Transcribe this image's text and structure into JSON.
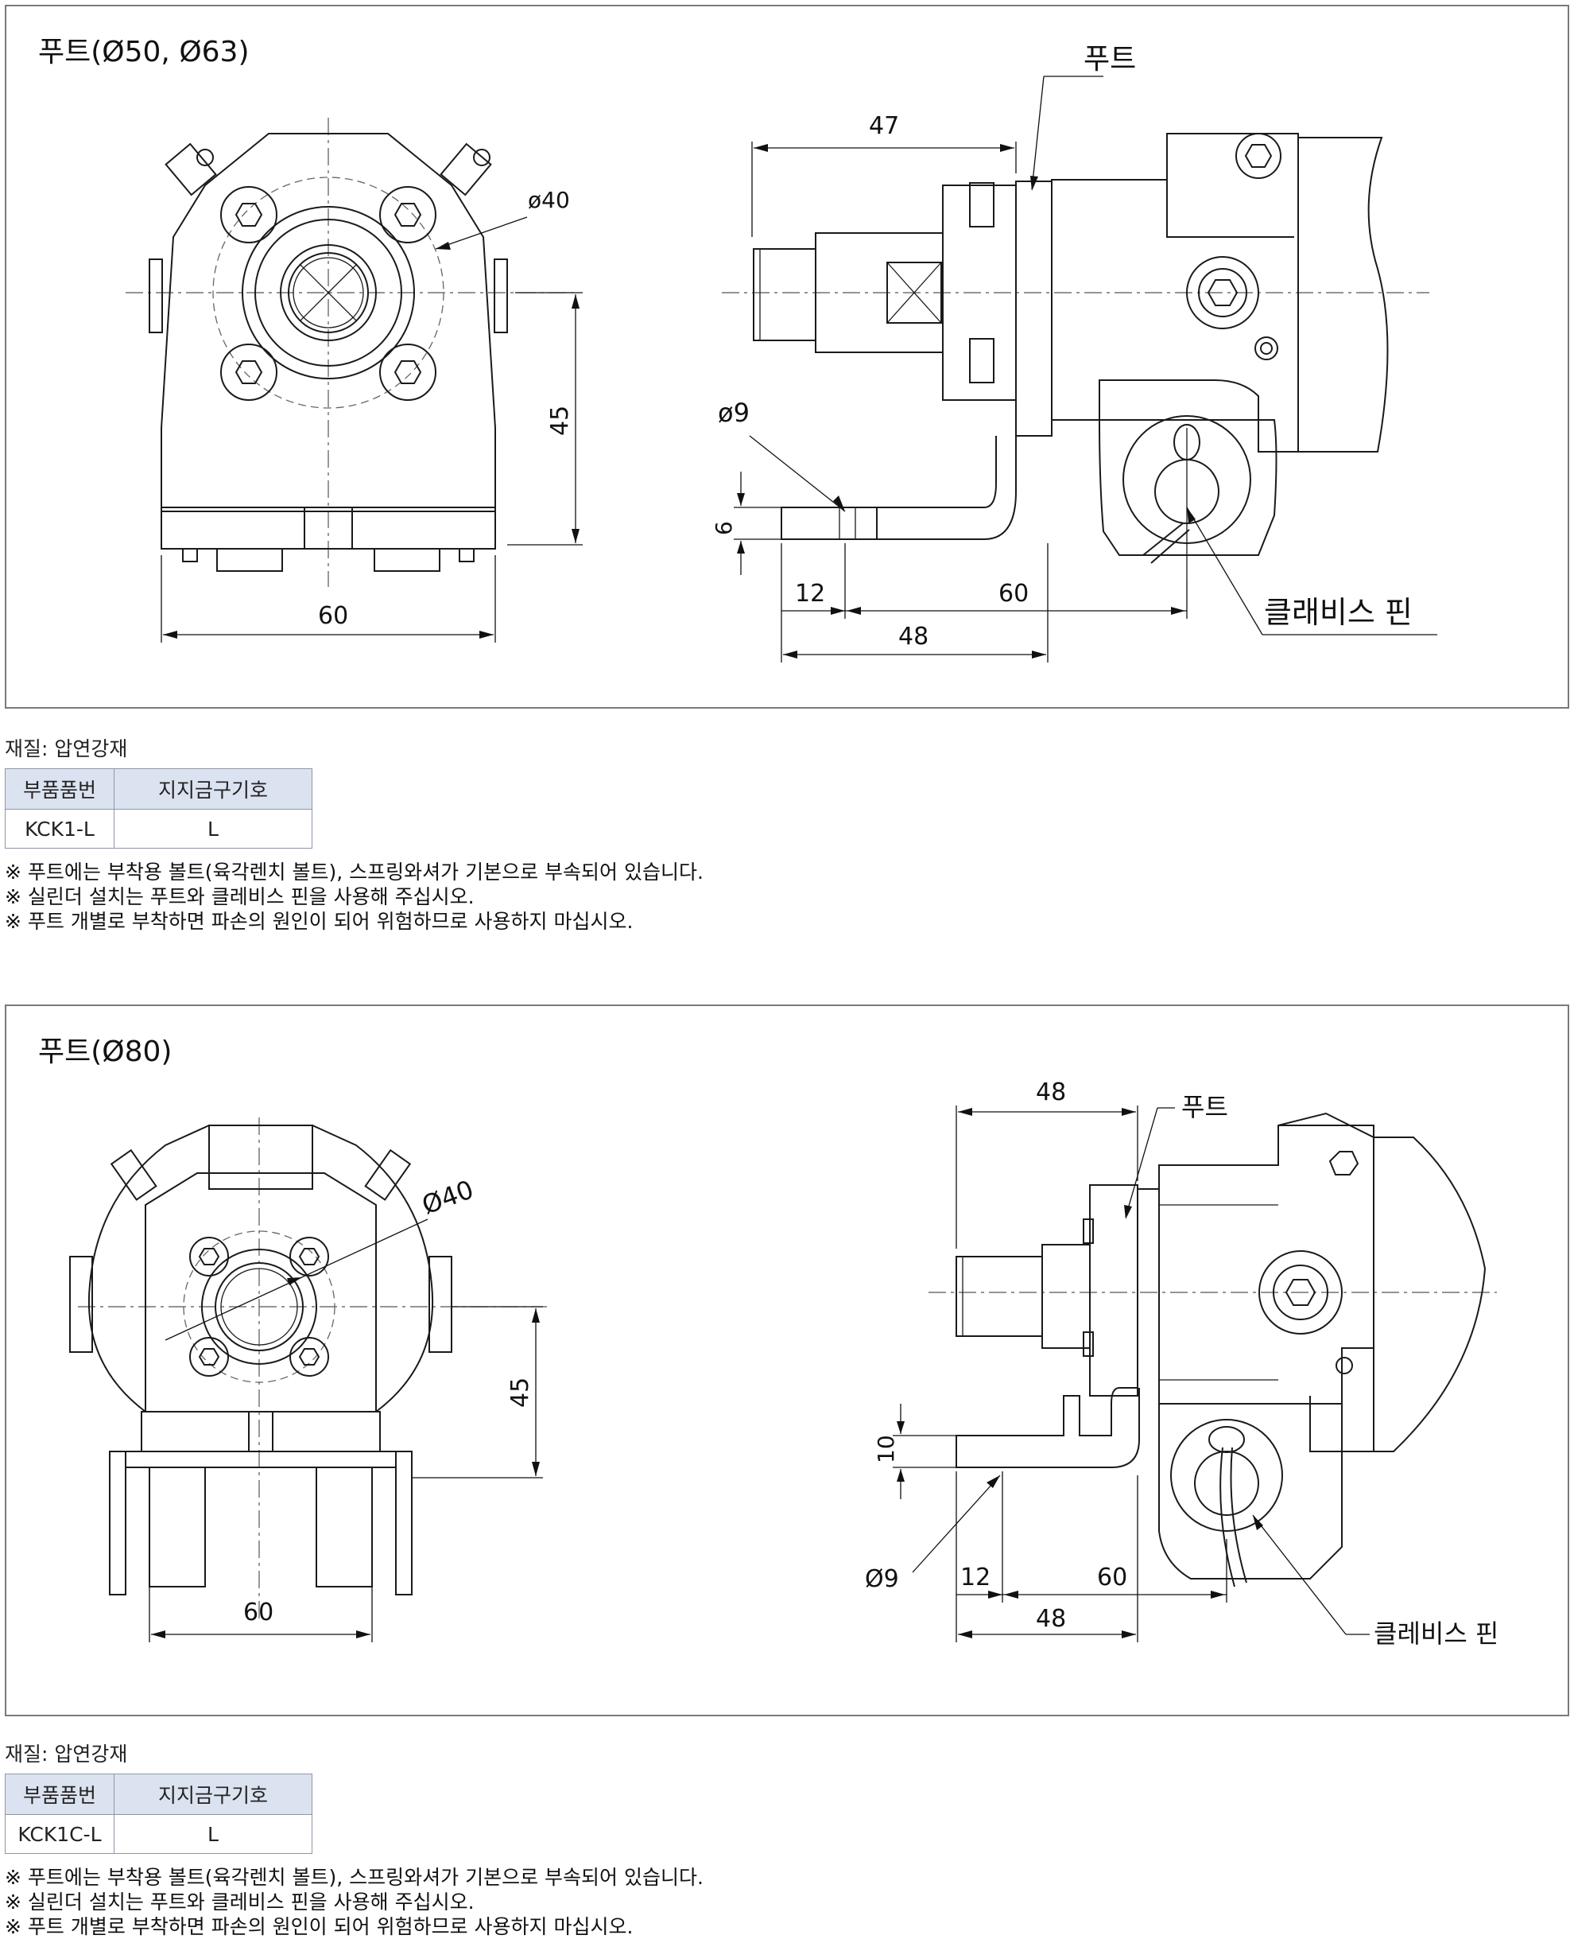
{
  "sections": [
    {
      "title": "푸트(Ø50, Ø63)",
      "dims": {
        "front_width": "60",
        "front_height": "45",
        "front_dia": "ø40",
        "side_len": "47",
        "side_hole": "ø9",
        "side_thick": "6",
        "side_12": "12",
        "side_60": "60",
        "side_48": "48"
      },
      "callouts": {
        "foot": "푸트",
        "pin": "클래비스 핀"
      },
      "material": "재질: 압연강재",
      "table": {
        "headers": [
          "부품품번",
          "지지금구기호"
        ],
        "rows": [
          [
            "KCK1-L",
            "L"
          ]
        ]
      },
      "notes": [
        "※ 푸트에는 부착용 볼트(육각렌치 볼트), 스프링와셔가 기본으로 부속되어 있습니다.",
        "※ 실린더 설치는 푸트와 클레비스 핀을 사용해 주십시오.",
        "※ 푸트 개별로 부착하면 파손의 원인이 되어 위험하므로 사용하지 마십시오."
      ]
    },
    {
      "title": "푸트(Ø80)",
      "dims": {
        "front_width": "60",
        "front_height": "45",
        "front_dia": "Ø40",
        "side_len": "48",
        "side_hole": "Ø9",
        "side_thick": "10",
        "side_12": "12",
        "side_60": "60",
        "side_48": "48"
      },
      "callouts": {
        "foot": "푸트",
        "pin": "클레비스 핀"
      },
      "material": "재질: 압연강재",
      "table": {
        "headers": [
          "부품품번",
          "지지금구기호"
        ],
        "rows": [
          [
            "KCK1C-L",
            "L"
          ]
        ]
      },
      "notes": [
        "※ 푸트에는 부착용 볼트(육각렌치 볼트), 스프링와셔가 기본으로 부속되어 있습니다.",
        "※ 실린더 설치는 푸트와 클레비스 핀을 사용해 주십시오.",
        "※ 푸트 개별로 부착하면 파손의 원인이 되어 위험하므로 사용하지 마십시오."
      ]
    }
  ]
}
